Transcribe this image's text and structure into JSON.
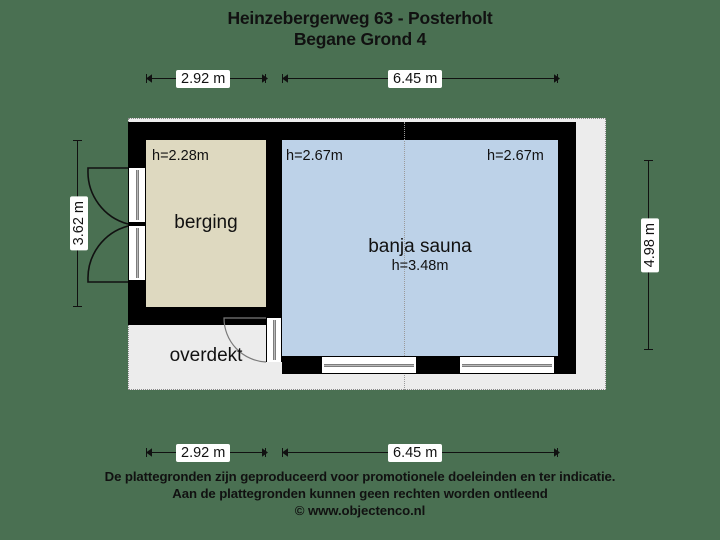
{
  "title": {
    "line1": "Heinzebergerweg 63 - Posterholt",
    "line2": "Begane Grond 4"
  },
  "footer": {
    "line1": "De plattegronden zijn geproduceerd voor promotionele doeleinden en ter indicatie.",
    "line2": "Aan de plattegronden kunnen geen rechten worden ontleend",
    "line3": "© www.objectenco.nl"
  },
  "dimensions": {
    "top_left": "2.92 m",
    "top_right": "6.45 m",
    "bottom_left": "2.92 m",
    "bottom_right": "6.45 m",
    "left_vertical": "3.62 m",
    "right_vertical": "4.98 m"
  },
  "rooms": [
    {
      "key": "berging",
      "name": "berging",
      "height_label": "h=2.28m",
      "fill": "#ded9c0"
    },
    {
      "key": "sauna",
      "name": "banja sauna",
      "height_label": "h=3.48m",
      "ceiling_left": "h=2.67m",
      "ceiling_right": "h=2.67m",
      "fill": "#bdd2e8"
    },
    {
      "key": "overdekt",
      "name": "overdekt",
      "fill": "#ececec"
    }
  ],
  "colors": {
    "page_background": "#4a7052",
    "wall": "#000000",
    "terrace": "#ececec",
    "berging_fill": "#ded9c0",
    "sauna_fill": "#bdd2e8",
    "text": "#111111"
  }
}
